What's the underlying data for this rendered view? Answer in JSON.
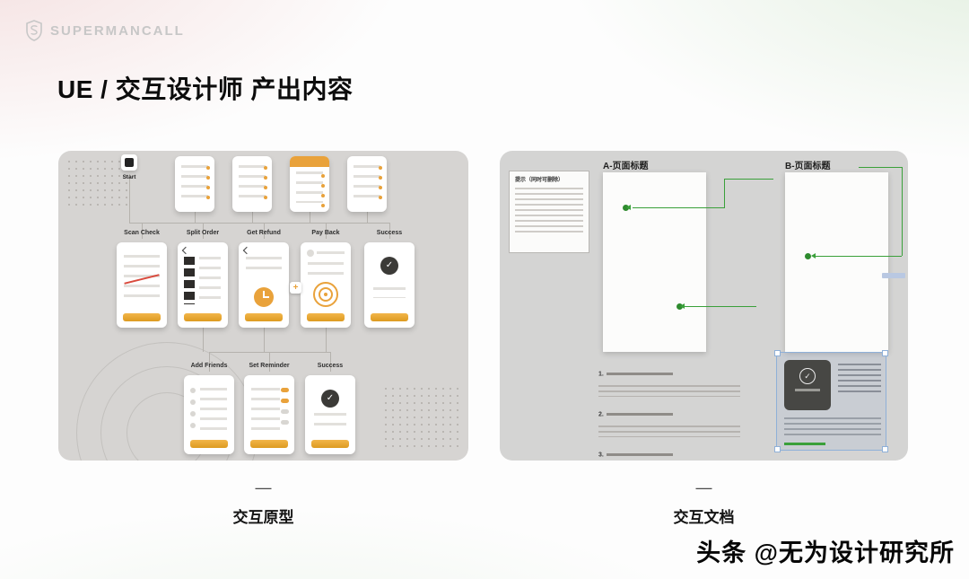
{
  "brand": {
    "name": "SUPERMANCALL"
  },
  "page": {
    "title": "UE / 交互设计师 产出内容",
    "watermark": "头条 @无为设计研究所"
  },
  "colors": {
    "accent_orange": "#E9A23B",
    "accent_green": "#2E8B2E",
    "panel_gray": "#D6D4D2",
    "alert_red": "#D94A3D",
    "selection_blue": "#8FB0D8"
  },
  "prototype": {
    "caption": "交互原型",
    "divider": "—",
    "start_label": "Start",
    "stage2_labels": [
      "Scan Check",
      "Split Order",
      "Get Refund",
      "Pay Back",
      "Success"
    ],
    "stage3_labels": [
      "Add Friends",
      "Set Reminder",
      "Success"
    ]
  },
  "document": {
    "caption": "交互文档",
    "divider": "—",
    "page_a_title": "A-页面标题",
    "page_b_title": "B-页面标题",
    "note_title": "提示（同时可删除）",
    "annotation_numbers": [
      "1.",
      "2.",
      "3."
    ],
    "check_icon": "✓"
  }
}
